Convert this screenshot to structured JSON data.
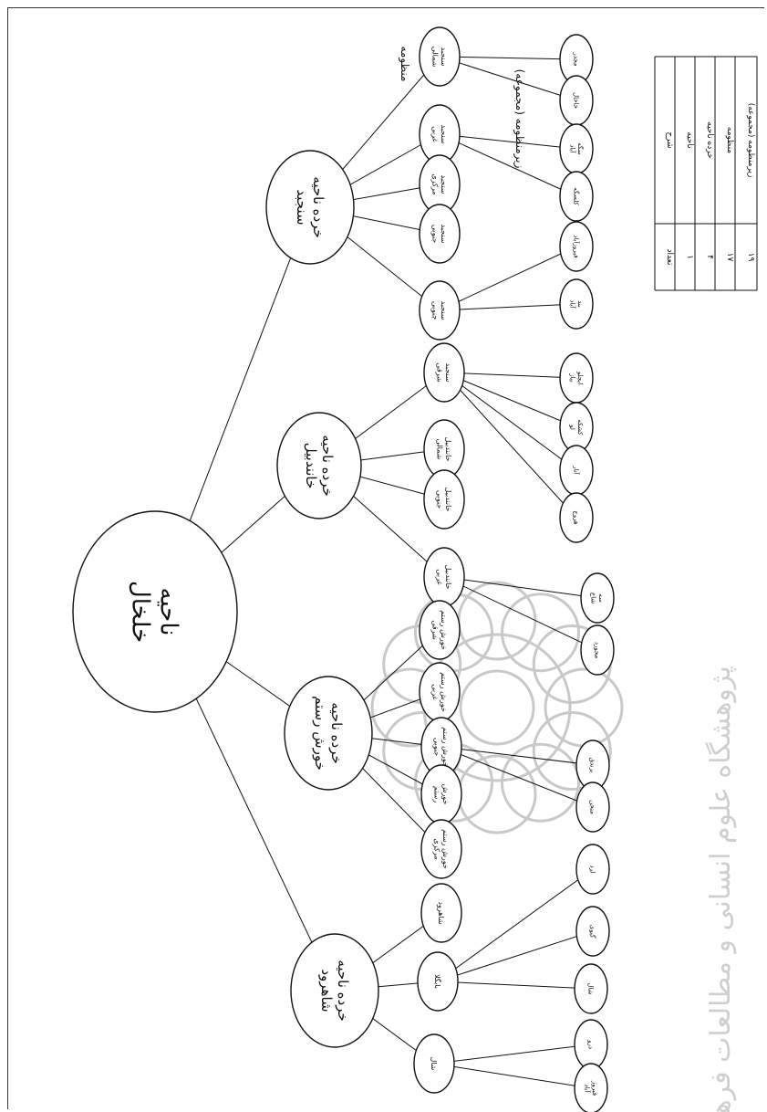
{
  "diagram": {
    "root": {
      "title": "ناحیه",
      "name": "خلخال"
    },
    "side_label": "منظومه",
    "subdistricts": [
      {
        "id": "sanjabad",
        "line1": "خرده ناحیه",
        "line2": "سنجبد"
      },
      {
        "id": "khanandabil",
        "line1": "خرده ناحیه",
        "line2": "خانندبیل"
      },
      {
        "id": "khoresh",
        "line1": "خرده ناحیه",
        "line2": "خورش رستم"
      },
      {
        "id": "shahrud",
        "line1": "خرده ناحیه",
        "line2": "شاهرود"
      }
    ],
    "clusters": [
      {
        "id": "c1",
        "text": "سنجبد شمالی"
      },
      {
        "id": "c2",
        "text": "سنجبد غربی"
      },
      {
        "id": "c3",
        "text": "سنجبد مرکزی"
      },
      {
        "id": "c4",
        "text": "سنجبد جنوبی"
      },
      {
        "id": "c5",
        "text": "سنجبد چنوبی"
      },
      {
        "id": "c6",
        "text": "سنجبد شرقی"
      },
      {
        "id": "c7",
        "text": "خانندبیل شمالی"
      },
      {
        "id": "c8",
        "text": "خانندبیل جنوبی"
      },
      {
        "id": "c9",
        "text": "خانندبیل غربی"
      },
      {
        "id": "c10",
        "text": "خورش رستم شرقی"
      },
      {
        "id": "c11",
        "text": "خورش رستم غربی"
      },
      {
        "id": "c12",
        "text": "خورش رستم جنوبی"
      },
      {
        "id": "c13",
        "text": "خورش رستم"
      },
      {
        "id": "c14",
        "text": "خورش رستم مرکزی"
      },
      {
        "id": "c15",
        "text": "شاهرود"
      },
      {
        "id": "c16",
        "text": "بابگلا"
      },
      {
        "id": "c17",
        "text": "شال"
      }
    ],
    "subclusters_group_label": "زیرمنظومه (مجموعه)",
    "subclusters": [
      {
        "id": "s1",
        "text": "مجدر"
      },
      {
        "id": "s2",
        "text": "خاخال"
      },
      {
        "id": "s3",
        "text": "سگه آباد"
      },
      {
        "id": "s4",
        "text": "کلسگه"
      },
      {
        "id": "s5",
        "text": "فیروزآباد"
      },
      {
        "id": "s6",
        "text": "بند آباد"
      },
      {
        "id": "s7",
        "text": "ایچلو بیاز"
      },
      {
        "id": "s8",
        "text": "کشکه لو"
      },
      {
        "id": "s9",
        "text": "آنار"
      },
      {
        "id": "s10",
        "text": "هروج"
      },
      {
        "id": "s11",
        "text": "سه شاخ"
      },
      {
        "id": "s12",
        "text": "مجورد"
      },
      {
        "id": "s13",
        "text": "برندق"
      },
      {
        "id": "s14",
        "text": "منجن"
      },
      {
        "id": "s15",
        "text": "لرد"
      },
      {
        "id": "s16",
        "text": "گیوی"
      },
      {
        "id": "s17",
        "text": "شال"
      },
      {
        "id": "s18",
        "text": "درو"
      },
      {
        "id": "s19",
        "text": "فیروز آباد"
      }
    ]
  },
  "legend_table": {
    "headers": {
      "type": "شرح",
      "count": "تعداد"
    },
    "rows": [
      {
        "type": "ناحیه",
        "count": "۱"
      },
      {
        "type": "خرده ناحیه",
        "count": "۴"
      },
      {
        "type": "منظومه",
        "count": "۱۷"
      },
      {
        "type": "زیرمنظومه (مجموعه)",
        "count": "۱۹"
      }
    ]
  },
  "watermark": {
    "text": "پژوهشگاه علوم انسانی و مطالعات فرهنگی",
    "color": "#c9c9c9"
  }
}
